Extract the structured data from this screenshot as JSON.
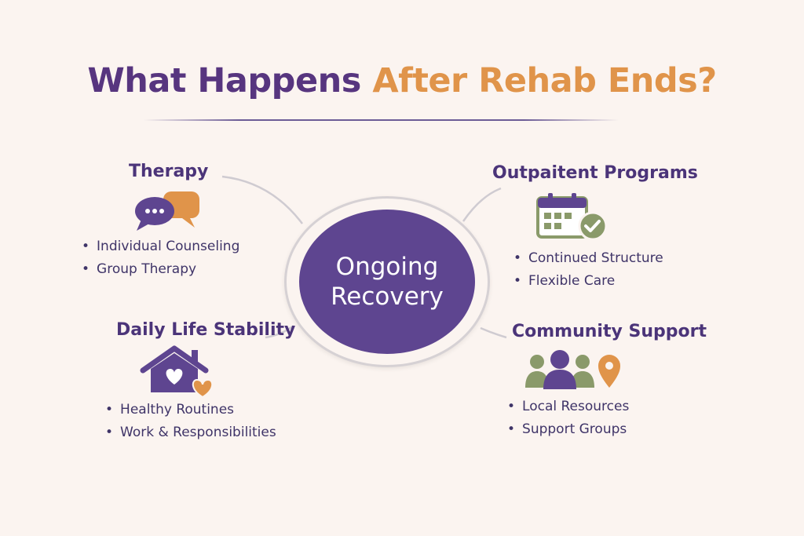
{
  "title": {
    "part1": "What Happens",
    "part2": "After Rehab Ends?"
  },
  "center": {
    "line1": "Ongoing",
    "line2": "Recovery"
  },
  "nodes": {
    "therapy": {
      "title": "Therapy",
      "items": [
        "Individual Counseling",
        "Group Therapy"
      ],
      "icon": "chat-bubbles-icon"
    },
    "outpatient": {
      "title": "Outpaitent Programs",
      "items": [
        "Continued Structure",
        "Flexible Care"
      ],
      "icon": "calendar-check-icon"
    },
    "daily_life": {
      "title": "Daily Life Stability",
      "items": [
        "Healthy Routines",
        "Work & Responsibilities"
      ],
      "icon": "house-heart-icon"
    },
    "community": {
      "title": "Community Support",
      "items": [
        "Local Resources",
        "Support Groups"
      ],
      "icon": "people-location-icon"
    }
  },
  "colors": {
    "purple": "#5e4590",
    "dark_purple": "#4b3479",
    "orange": "#e0944a",
    "green": "#8a9a6a",
    "background": "#fbf4f0"
  }
}
